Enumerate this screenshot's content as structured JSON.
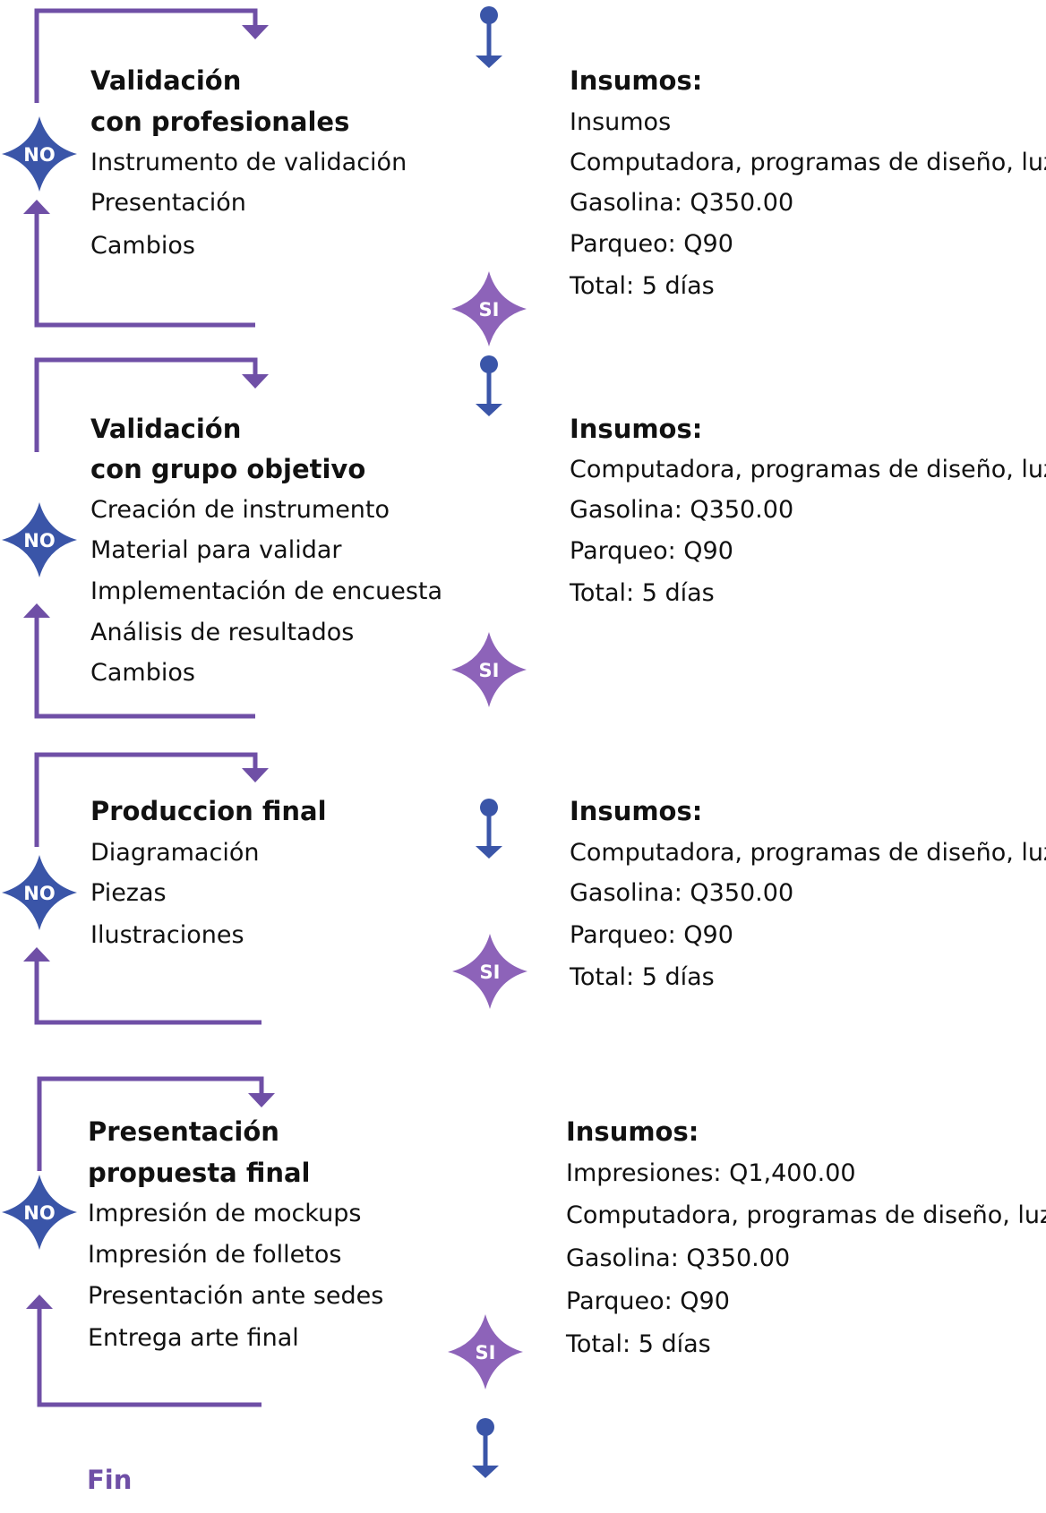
{
  "colors": {
    "loop_arrow": "#6f4fa6",
    "down_arrow": "#3a55a8",
    "no_diamond": "#3a55a8",
    "si_diamond": "#8d63b9",
    "text": "#111111",
    "fin": "#6f4fa6"
  },
  "stages": [
    {
      "title_lines": [
        "Validación",
        "con  profesionales"
      ],
      "items": [
        "Instrumento de validación",
        "Presentación",
        "Cambios"
      ],
      "insumos_title": "Insumos:",
      "insumos": [
        "Insumos",
        "Computadora, programas de diseño, luz.",
        "Gasolina: Q350.00",
        "Parqueo: Q90",
        "Total: 5 días"
      ],
      "no_label": "NO",
      "si_label": "SI"
    },
    {
      "title_lines": [
        "Validación",
        "con grupo objetivo"
      ],
      "items": [
        "Creación de instrumento",
        "Material para validar",
        "Implementación de encuesta",
        "Análisis de resultados",
        "Cambios"
      ],
      "insumos_title": "Insumos:",
      "insumos": [
        "Computadora, programas de diseño, luz.",
        "Gasolina: Q350.00",
        "Parqueo: Q90",
        "Total: 5 días"
      ],
      "no_label": "NO",
      "si_label": "SI"
    },
    {
      "title_lines": [
        "Produccion final"
      ],
      "items": [
        "Diagramación",
        "Piezas",
        "Ilustraciones"
      ],
      "insumos_title": "Insumos:",
      "insumos": [
        "Computadora, programas de diseño, luz.",
        "Gasolina: Q350.00",
        "Parqueo: Q90",
        "Total: 5 días"
      ],
      "no_label": "NO",
      "si_label": "SI"
    },
    {
      "title_lines": [
        "Presentación",
        "propuesta final"
      ],
      "items": [
        "Impresión de mockups",
        "Impresión de folletos",
        "Presentación ante sedes",
        "Entrega arte final"
      ],
      "insumos_title": "Insumos:",
      "insumos": [
        "Impresiones: Q1,400.00",
        "Computadora, programas de diseño, luz.",
        "Gasolina: Q350.00",
        "Parqueo: Q90",
        "Total: 5 días"
      ],
      "no_label": "NO",
      "si_label": "SI"
    }
  ],
  "fin_label": "Fin"
}
